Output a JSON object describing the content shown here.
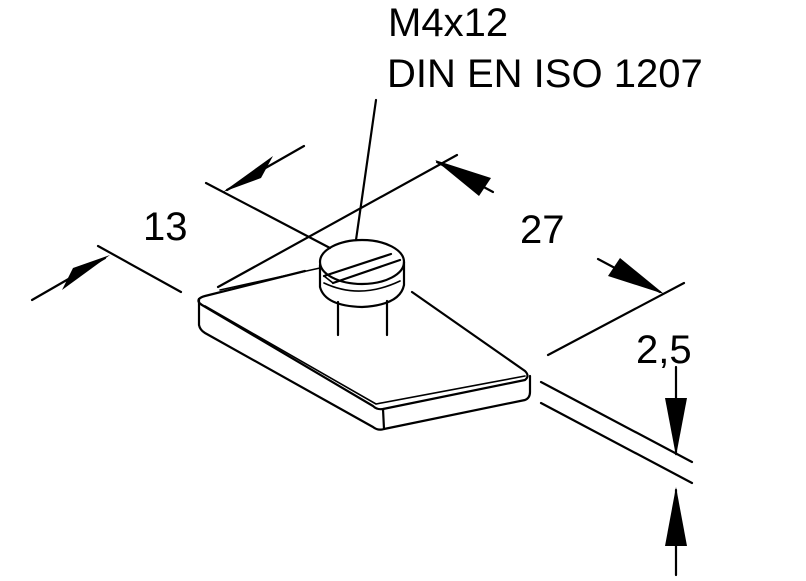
{
  "callout": {
    "screen_size": "M4x12",
    "standard": "DIN EN ISO 1207"
  },
  "dimensions": {
    "width": "13",
    "length": "27",
    "thickness": "2,5"
  }
}
